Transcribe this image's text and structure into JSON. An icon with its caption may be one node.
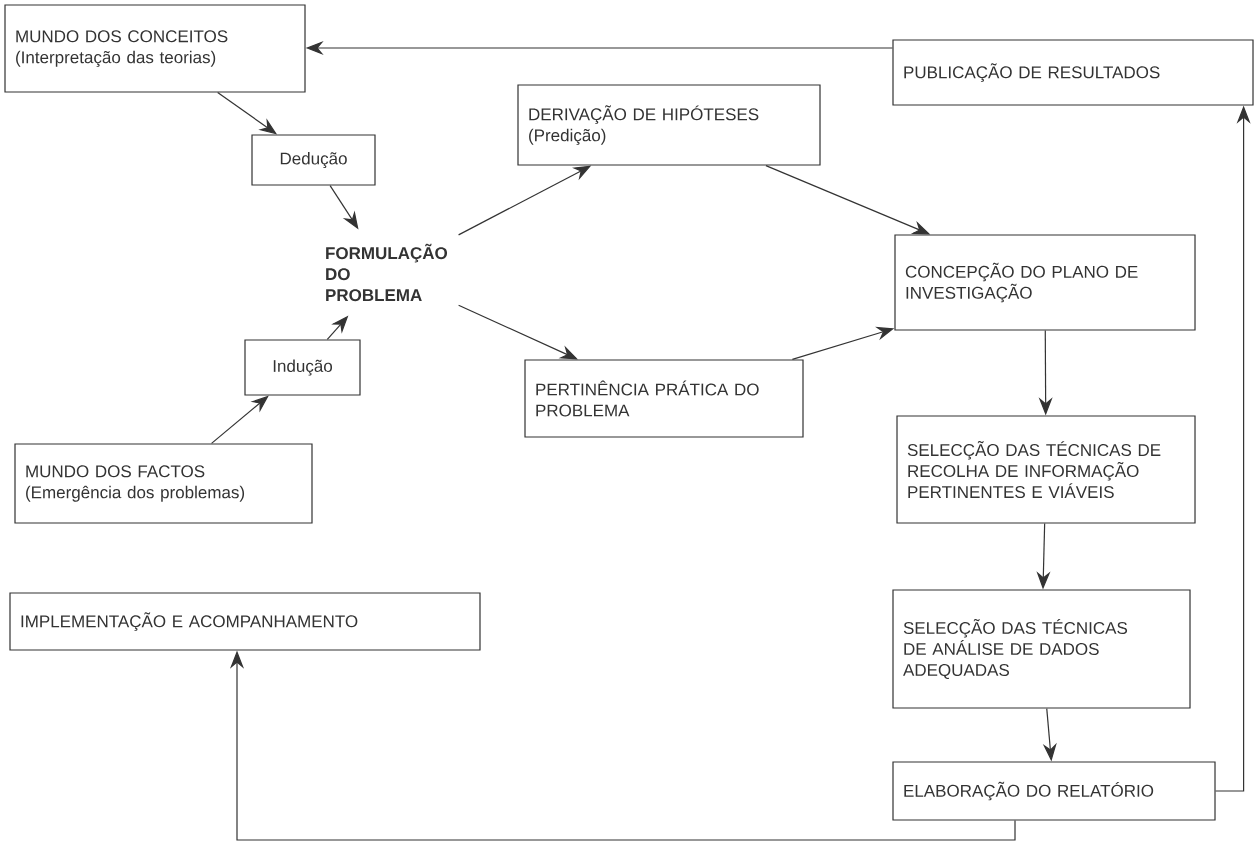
{
  "diagram": {
    "nodes": [
      {
        "text": [
          "MUNDO DOS CONCEITOS",
          "(Interpretação das teorias)"
        ]
      },
      {
        "text": [
          "PUBLICAÇÃO DE RESULTADOS"
        ]
      },
      {
        "text": [
          "Dedução"
        ]
      },
      {
        "text": [
          "DERIVAÇÃO DE HIPÓTESES",
          "(Predição)"
        ]
      },
      {
        "text": [
          "FORMULAÇÃO DO PROBLEMA"
        ]
      },
      {
        "text": [
          "CONCEPÇÃO DO PLANO DE INVESTIGAÇÃO"
        ]
      },
      {
        "text": [
          "Indução"
        ]
      },
      {
        "text": [
          "PERTINÊNCIA PRÁTICA DO PROBLEMA"
        ]
      },
      {
        "text": [
          "MUNDO DOS FACTOS",
          "(Emergência dos problemas)"
        ]
      },
      {
        "text": [
          "SELECÇÃO DAS TÉCNICAS DE RECOLHA DE INFORMAÇÃO PERTINENTES E VIÁVEIS"
        ]
      },
      {
        "text": [
          "IMPLEMENTAÇÃO E ACOMPANHAMENTO"
        ]
      },
      {
        "text": [
          "SELECÇÃO DAS TÉCNICAS DE ANÁLISE DE DADOS ADEQUADAS"
        ]
      },
      {
        "text": [
          "ELABORAÇÃO DO RELATÓRIO"
        ]
      }
    ],
    "edges": [
      {
        "from": 1,
        "to": 0,
        "arrow": "to"
      },
      {
        "from": 0,
        "to": 2,
        "arrow": "to"
      },
      {
        "from": 2,
        "to": 4,
        "arrow": "to"
      },
      {
        "from": 8,
        "to": 6,
        "arrow": "to"
      },
      {
        "from": 6,
        "to": 4,
        "arrow": "to"
      },
      {
        "from": 4,
        "to": 3,
        "arrow": "to"
      },
      {
        "from": 4,
        "to": 7,
        "arrow": "to"
      },
      {
        "from": 3,
        "to": 5,
        "arrow": "to"
      },
      {
        "from": 7,
        "to": 5,
        "arrow": "to"
      },
      {
        "from": 5,
        "to": 9,
        "arrow": "to"
      },
      {
        "from": 9,
        "to": 11,
        "arrow": "to"
      },
      {
        "from": 11,
        "to": 12,
        "arrow": "to"
      },
      {
        "from": 12,
        "to": 1,
        "arrow": "to"
      },
      {
        "from": 12,
        "to": 10,
        "arrow": "to"
      }
    ]
  }
}
